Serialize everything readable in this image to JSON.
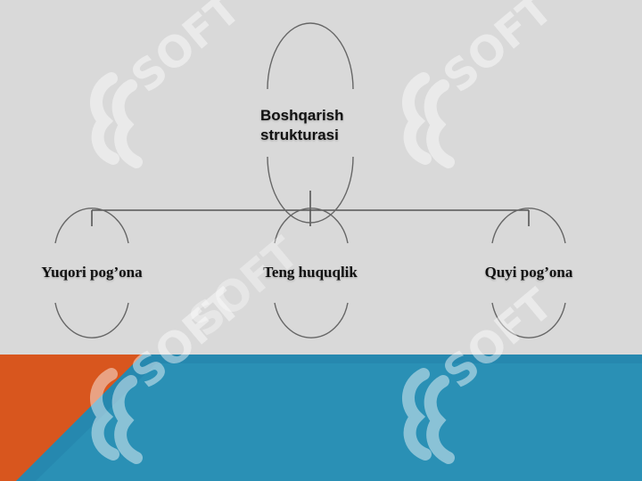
{
  "colors": {
    "background": "#d9d9d9",
    "band_orange": "#d8561e",
    "band_blue": "#2a90b5",
    "band_blue_dark": "#1f7aa0",
    "connector": "#555555",
    "arc": "#666666",
    "watermark": "#ffffff"
  },
  "diagram": {
    "root": {
      "line1": "Boshqarish",
      "line2": "strukturasi"
    },
    "children": [
      {
        "label": "Yuqori pog’ona"
      },
      {
        "label": "Teng huquqlik"
      },
      {
        "label": "Quyi pog’ona"
      }
    ]
  },
  "watermark": {
    "text": "SOFT",
    "icon": "soft-logo-icon"
  }
}
